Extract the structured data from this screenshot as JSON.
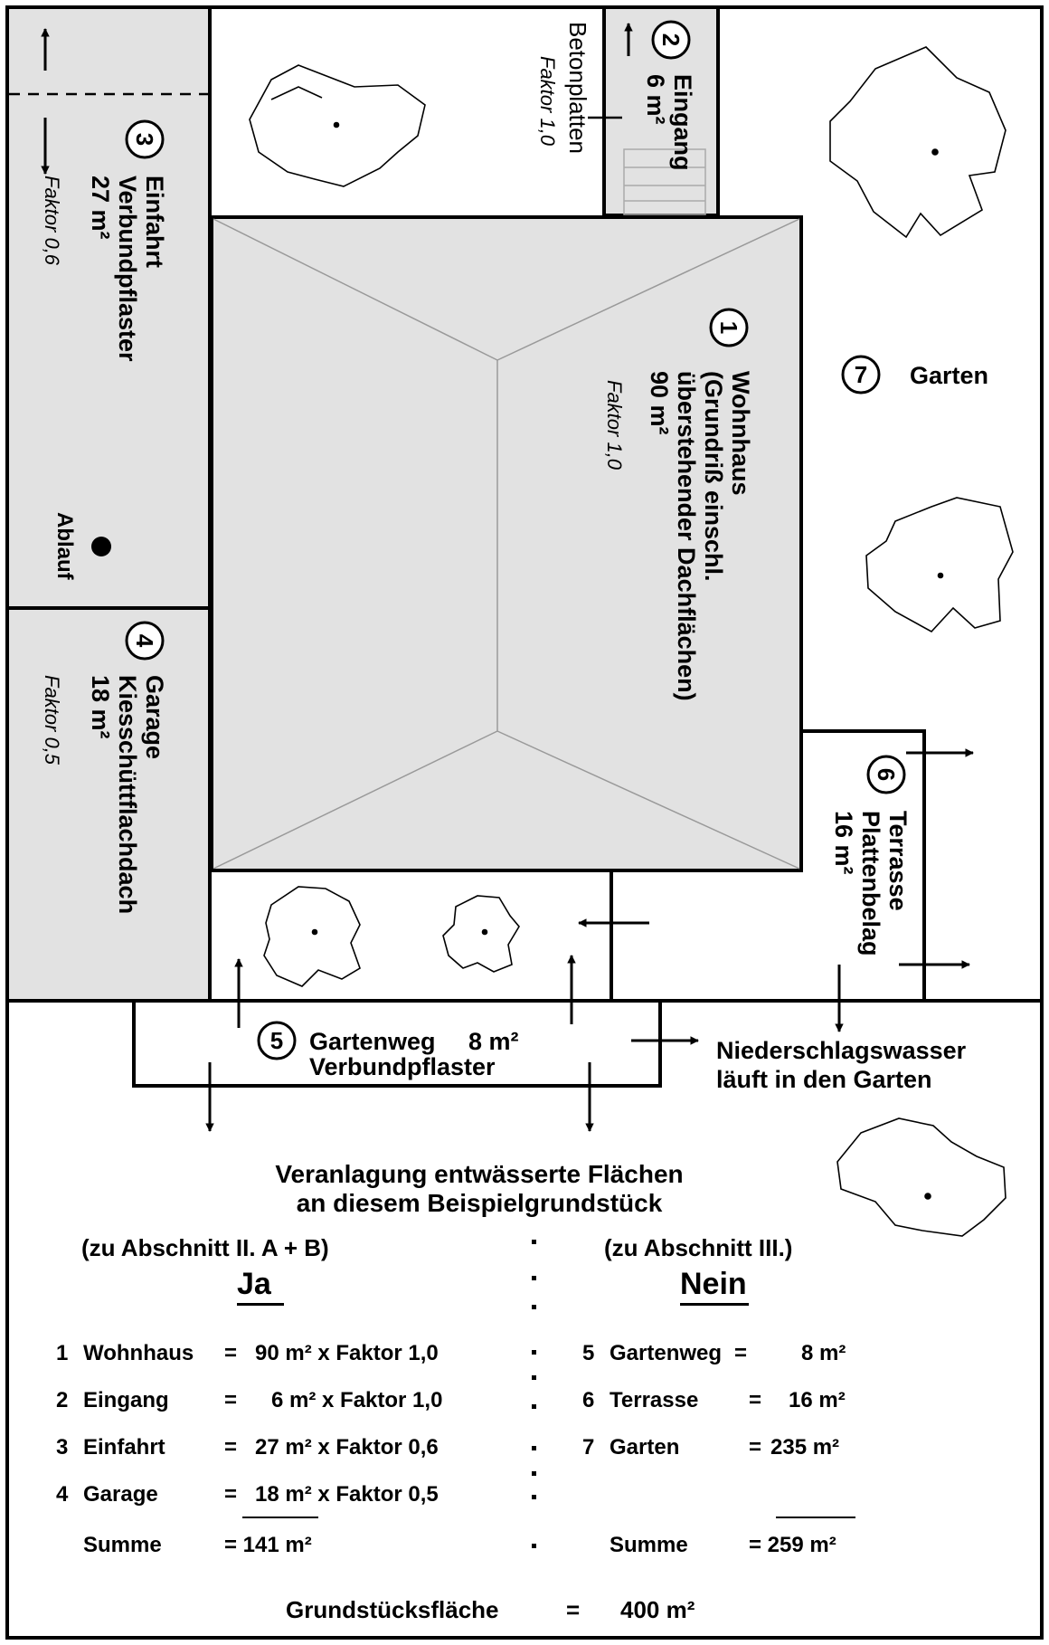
{
  "areas": {
    "wohnhaus": {
      "num": "1",
      "title": "Wohnhaus",
      "line2": "(Grundriß einschl.",
      "line3": "überstehender Dachflächen)",
      "size": "90 m²",
      "faktor": "Faktor 1,0"
    },
    "eingang": {
      "num": "2",
      "title": "Eingang",
      "size": "6 m²"
    },
    "betonplatten": {
      "label": "Betonplatten",
      "faktor": "Faktor 1,0"
    },
    "einfahrt": {
      "num": "3",
      "title": "Einfahrt",
      "line2": "Verbundpflaster",
      "size": "27 m²",
      "faktor": "Faktor 0,6"
    },
    "ablauf": {
      "label": "Ablauf"
    },
    "garage": {
      "num": "4",
      "title": "Garage",
      "line2": "Kiesschüttflachdach",
      "size": "18 m²",
      "faktor": "Faktor 0,5"
    },
    "gartenweg": {
      "num": "5",
      "title": "Gartenweg",
      "size": "8 m²",
      "line2": "Verbundpflaster"
    },
    "terrasse": {
      "num": "6",
      "title": "Terrasse",
      "line2": "Plattenbelag",
      "size": "16 m²"
    },
    "garten": {
      "num": "7",
      "title": "Garten"
    }
  },
  "note": {
    "line1": "Niederschlagswasser",
    "line2": "läuft in den Garten"
  },
  "summary": {
    "title1": "Veranlagung entwässerte Flächen",
    "title2": "an diesem Beispielgrundstück",
    "left": {
      "section": "(zu Abschnitt II. A + B)",
      "head": "Ja",
      "rows": [
        {
          "num": "1",
          "name": "Wohnhaus",
          "eq": "=",
          "value": "90 m² x Faktor 1,0"
        },
        {
          "num": "2",
          "name": "Eingang",
          "eq": "=",
          "value": "6 m² x Faktor 1,0"
        },
        {
          "num": "3",
          "name": "Einfahrt",
          "eq": "=",
          "value": "27 m² x Faktor 0,6"
        },
        {
          "num": "4",
          "name": "Garage",
          "eq": "=",
          "value": "18 m² x Faktor 0,5"
        }
      ],
      "sum_label": "Summe",
      "sum_value": "= 141 m²"
    },
    "right": {
      "section": "(zu Abschnitt III.)",
      "head": "Nein",
      "rows": [
        {
          "num": "5",
          "name": "Gartenweg",
          "eq": "=",
          "value": "8 m²"
        },
        {
          "num": "6",
          "name": "Terrasse",
          "eq": "=",
          "value": "16 m²"
        },
        {
          "num": "7",
          "name": "Garten",
          "eq": "=",
          "value": "235 m²"
        }
      ],
      "sum_label": "Summe",
      "sum_value": "= 259 m²"
    },
    "total_label": "Grundstücksfläche",
    "total_eq": "=",
    "total_value": "400 m²"
  }
}
